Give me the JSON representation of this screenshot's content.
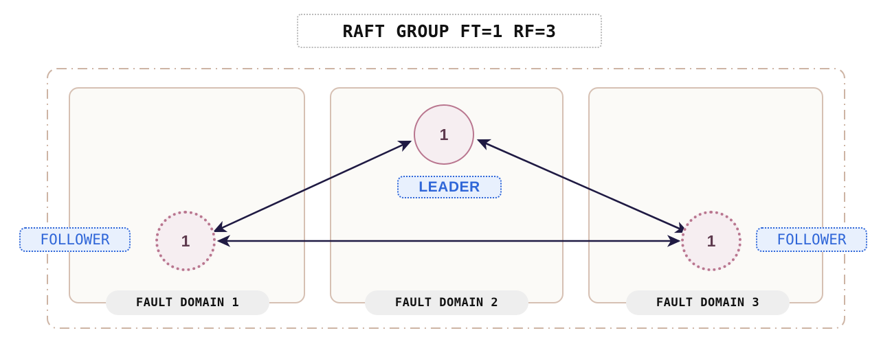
{
  "title": {
    "text": "RAFT GROUP FT=1 RF=3"
  },
  "cluster": {
    "border_color": "#cdb4a4",
    "border_style": "dash-dot"
  },
  "fault_domains": [
    {
      "label": "FAULT DOMAIN 1"
    },
    {
      "label": "FAULT DOMAIN 2"
    },
    {
      "label": "FAULT DOMAIN 3"
    }
  ],
  "nodes": [
    {
      "id": "leader",
      "value": "1",
      "role": "LEADER",
      "domain": "FAULT DOMAIN 2",
      "border_style": "solid"
    },
    {
      "id": "follower-1",
      "value": "1",
      "role": "FOLLOWER",
      "domain": "FAULT DOMAIN 1",
      "border_style": "dotted"
    },
    {
      "id": "follower-3",
      "value": "1",
      "role": "FOLLOWER",
      "domain": "FAULT DOMAIN 3",
      "border_style": "dotted"
    }
  ],
  "badges": {
    "leader": "LEADER",
    "follower_left": "FOLLOWER",
    "follower_right": "FOLLOWER"
  },
  "edges": [
    {
      "from": "follower-1",
      "to": "leader",
      "direction": "bidirectional"
    },
    {
      "from": "leader",
      "to": "follower-3",
      "direction": "bidirectional"
    },
    {
      "from": "follower-1",
      "to": "follower-3",
      "direction": "bidirectional"
    }
  ],
  "colors": {
    "node_fill": "#f6eef1",
    "node_border": "#b9768f",
    "node_text": "#5e3a4e",
    "edge": "#1f1a43",
    "domain_border": "#d6c0b3",
    "domain_fill": "#fbfaf7",
    "pill_fill": "#eeeeee",
    "badge_blue": "#2f66d8",
    "badge_blue_fill": "#e8f0fd",
    "cluster_border": "#cdb4a4",
    "title_border": "#b9b9b9"
  }
}
